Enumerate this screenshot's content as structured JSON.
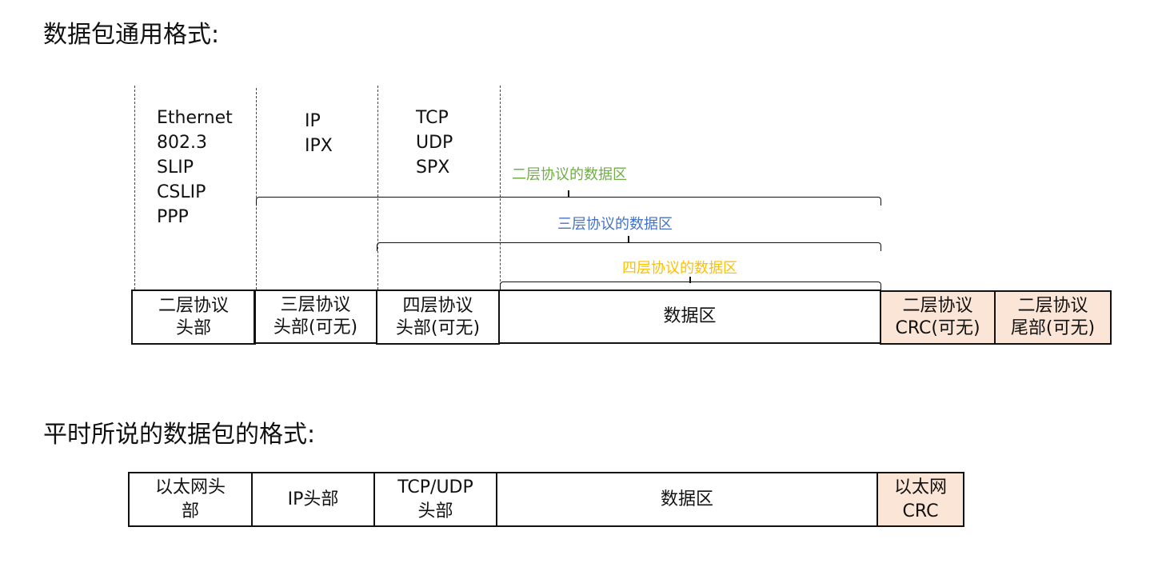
{
  "titles": {
    "generic": "数据包通用格式:",
    "common": "平时所说的数据包的格式:"
  },
  "protocols": {
    "layer2": [
      "Ethernet",
      "802.3",
      "SLIP",
      "CSLIP",
      "PPP"
    ],
    "layer3": [
      "IP",
      "IPX"
    ],
    "layer4": [
      "TCP",
      "UDP",
      "SPX"
    ]
  },
  "braces": [
    {
      "label": "二层协议的数据区",
      "color": "#70ad47"
    },
    {
      "label": "三层协议的数据区",
      "color": "#4472c4"
    },
    {
      "label": "四层协议的数据区",
      "color": "#ffc000"
    }
  ],
  "generic_packet": [
    {
      "line1": "二层协议",
      "line2": "头部"
    },
    {
      "line1": "三层协议",
      "line2": "头部(可无)"
    },
    {
      "line1": "四层协议",
      "line2": "头部(可无)"
    },
    {
      "line1": "数据区",
      "line2": ""
    },
    {
      "line1": "二层协议",
      "line2": "CRC(可无)"
    },
    {
      "line1": "二层协议",
      "line2": "尾部(可无)"
    }
  ],
  "common_packet": [
    {
      "line1": "以太网头",
      "line2": "部"
    },
    {
      "line1": "IP头部",
      "line2": ""
    },
    {
      "line1": "TCP/UDP",
      "line2": "头部"
    },
    {
      "line1": "数据区",
      "line2": ""
    },
    {
      "line1": "以太网",
      "line2": "CRC"
    }
  ],
  "colors": {
    "crc_fill": "#fbe5d6",
    "border": "#111111"
  }
}
